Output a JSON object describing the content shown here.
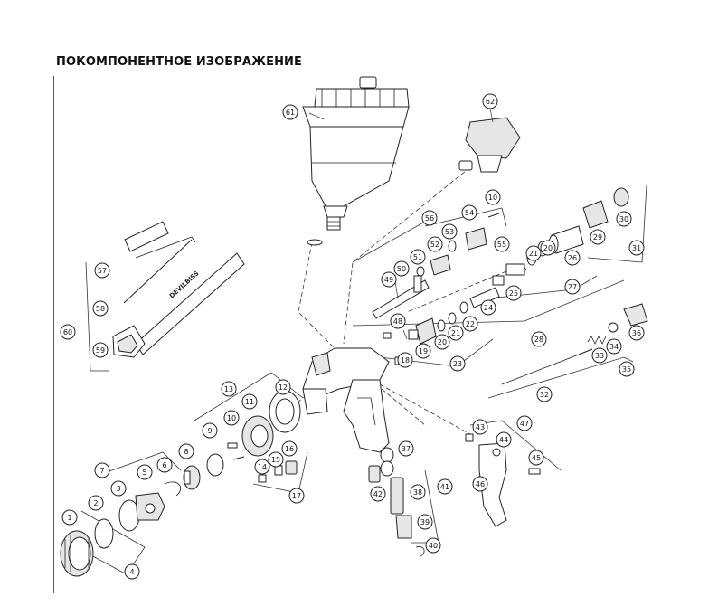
{
  "title": "ПОКОМПОНЕНТНОЕ ИЗОБРАЖЕНИЕ",
  "wrench_label": "DEVILBISS",
  "callouts": [
    "1",
    "2",
    "3",
    "4",
    "5",
    "6",
    "7",
    "8",
    "9",
    "10",
    "11",
    "12",
    "13",
    "14",
    "15",
    "16",
    "17",
    "18",
    "19",
    "20",
    "21",
    "22",
    "23",
    "24",
    "25",
    "26",
    "27",
    "28",
    "29",
    "30",
    "31",
    "32",
    "33",
    "34",
    "35",
    "36",
    "37",
    "38",
    "39",
    "40",
    "41",
    "42",
    "43",
    "44",
    "45",
    "46",
    "47",
    "48",
    "49",
    "50",
    "51",
    "52",
    "53",
    "54",
    "55",
    "56",
    "57",
    "58",
    "59",
    "60",
    "61",
    "62"
  ],
  "callouts_repeat": {
    "10b": "10",
    "20b": "20",
    "21b": "21"
  }
}
